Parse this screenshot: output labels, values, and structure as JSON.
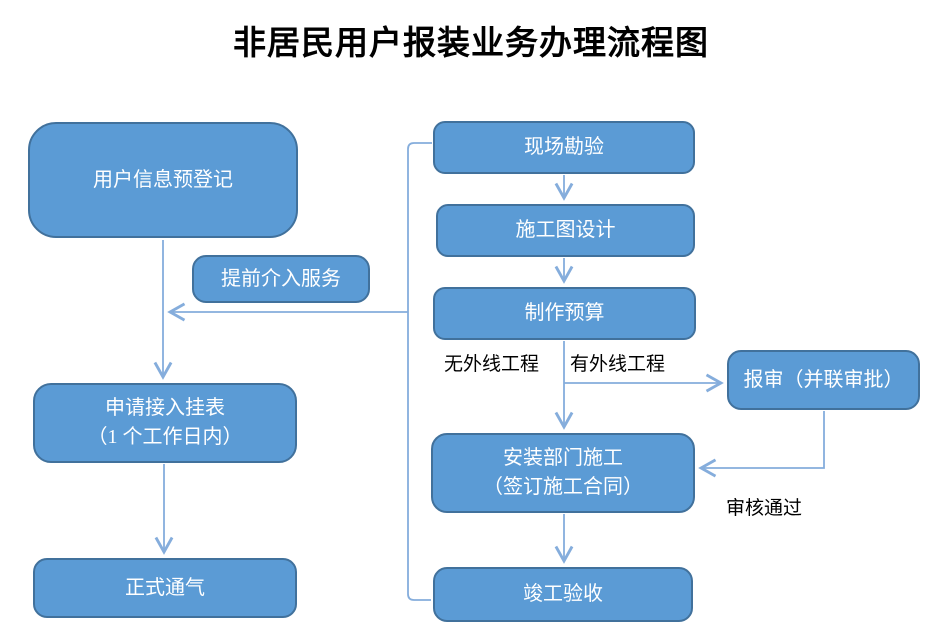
{
  "title": "非居民用户报装业务办理流程图",
  "colors": {
    "node_fill": "#5B9BD5",
    "node_border": "#41719C",
    "node_text": "#FFFFFF",
    "connector": "#85ADDC",
    "title_text": "#000000",
    "edge_label_text": "#000000"
  },
  "nodes": {
    "pre_register": {
      "label": "用户信息预登记"
    },
    "early_service": {
      "label": "提前介入服务"
    },
    "apply_meter": {
      "line1": "申请接入挂表",
      "line2": "（1 个工作日内）"
    },
    "official_gas": {
      "label": "正式通气"
    },
    "site_survey": {
      "label": "现场勘验"
    },
    "design": {
      "label": "施工图设计"
    },
    "budget": {
      "label": "制作预算"
    },
    "review": {
      "label": "报审（并联审批）"
    },
    "install": {
      "line1": "安装部门施工",
      "line2": "（签订施工合同）"
    },
    "acceptance": {
      "label": "竣工验收"
    }
  },
  "edge_labels": {
    "no_external": "无外线工程",
    "has_external": "有外线工程",
    "review_passed": "审核通过"
  }
}
